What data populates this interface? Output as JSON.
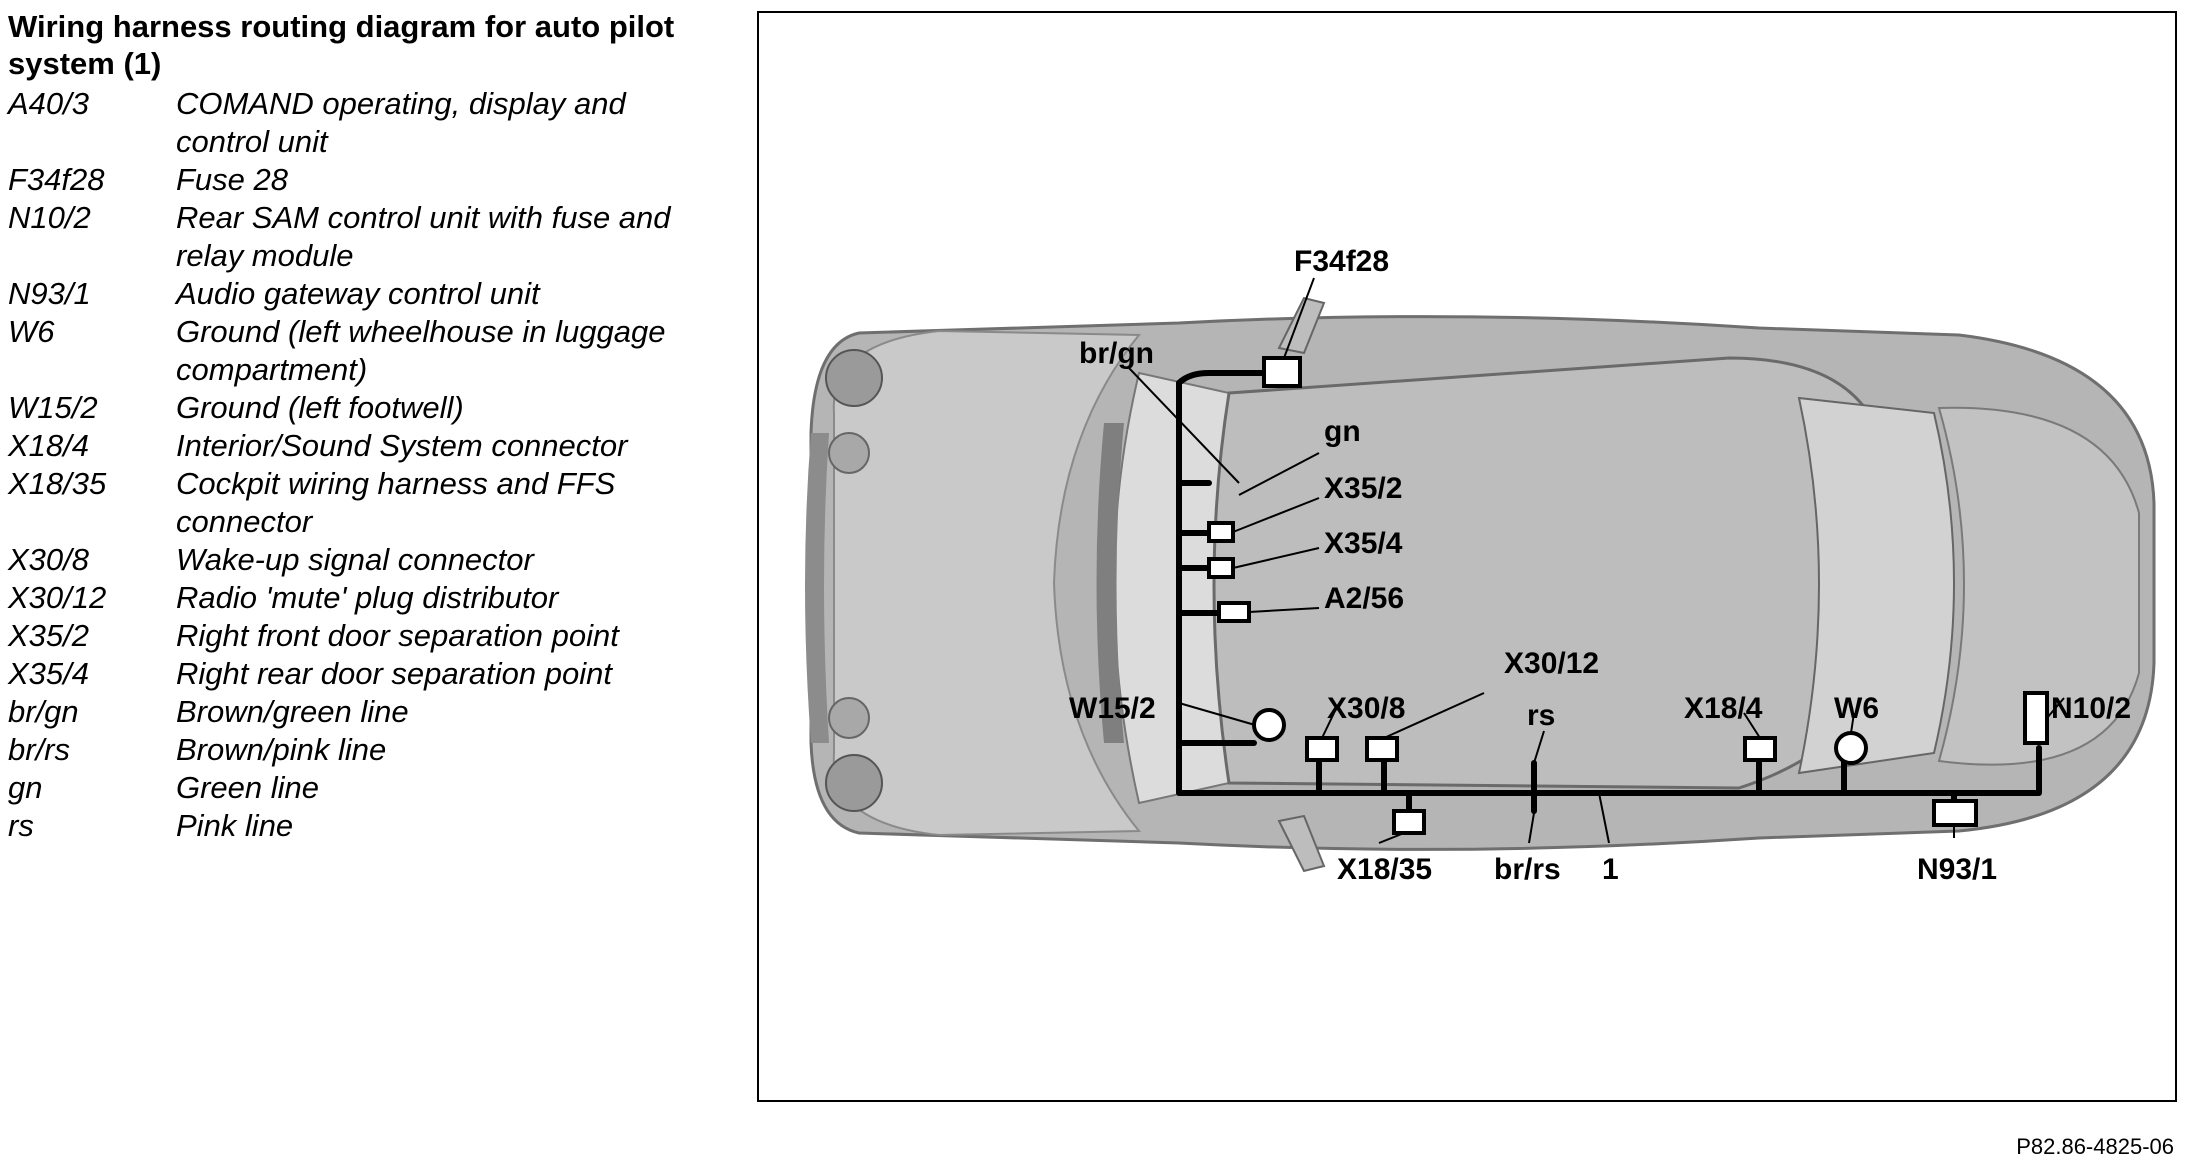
{
  "title": "Wiring harness routing diagram for auto pilot system (1)",
  "legend": [
    {
      "code": "A40/3",
      "desc": "COMAND operating, display and control unit"
    },
    {
      "code": "F34f28",
      "desc": "Fuse 28"
    },
    {
      "code": "N10/2",
      "desc": "Rear SAM control unit with fuse and relay module"
    },
    {
      "code": "N93/1",
      "desc": "Audio gateway control unit"
    },
    {
      "code": "W6",
      "desc": "Ground (left wheelhouse in luggage compartment)"
    },
    {
      "code": "W15/2",
      "desc": "Ground (left footwell)"
    },
    {
      "code": "X18/4",
      "desc": "Interior/Sound System connector"
    },
    {
      "code": "X18/35",
      "desc": "Cockpit wiring harness and FFS connector"
    },
    {
      "code": "X30/8",
      "desc": "Wake-up signal connector"
    },
    {
      "code": "X30/12",
      "desc": "Radio 'mute' plug distributor"
    },
    {
      "code": "X35/2",
      "desc": "Right front door separation point"
    },
    {
      "code": "X35/4",
      "desc": "Right rear door separation point"
    },
    {
      "code": "br/gn",
      "desc": "Brown/green line"
    },
    {
      "code": "br/rs",
      "desc": "Brown/pink line"
    },
    {
      "code": "gn",
      "desc": "Green line"
    },
    {
      "code": "rs",
      "desc": "Pink line"
    }
  ],
  "diagram": {
    "labels": {
      "f34f28": "F34f28",
      "br_gn": "br/gn",
      "gn": "gn",
      "x35_2": "X35/2",
      "x35_4": "X35/4",
      "a2_56": "A2/56",
      "x30_12": "X30/12",
      "w15_2": "W15/2",
      "x30_8": "X30/8",
      "rs": "rs",
      "x18_4": "X18/4",
      "w6": "W6",
      "n10_2": "N10/2",
      "x18_35": "X18/35",
      "br_rs": "br/rs",
      "harness_1": "1",
      "n93_1": "N93/1"
    },
    "colors": {
      "car_body": "#b3b3b3",
      "glass": "#c6c6c6",
      "harness": "#000000"
    }
  },
  "figure_ref": "P82.86-4825-06"
}
